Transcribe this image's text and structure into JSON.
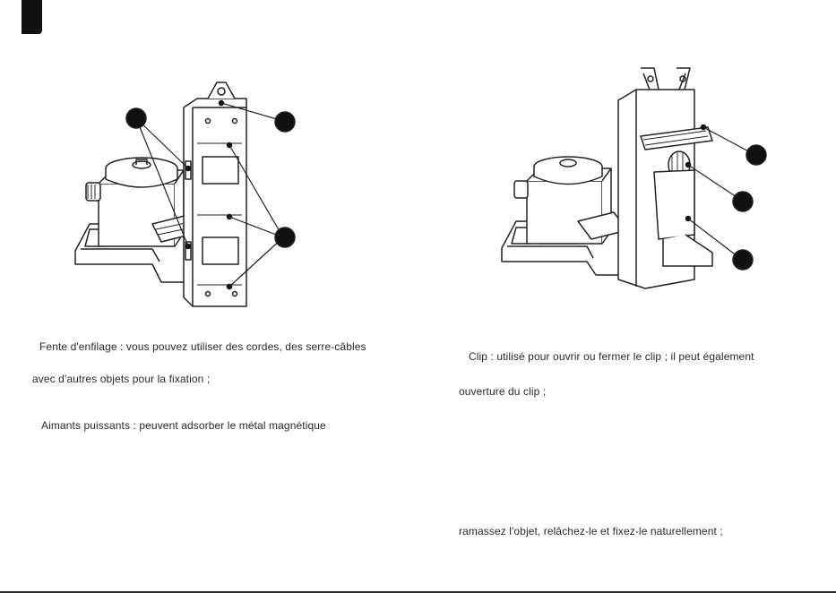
{
  "left": {
    "caption_1": "Fente d'enfilage : vous pouvez utiliser des cordes, des serre-câbles",
    "caption_2": "avec d'autres objets pour la fixation ;",
    "caption_3": "Aimants puissants : peuvent adsorber le métal magnétique"
  },
  "right": {
    "caption_1": "Clip : utilisé pour ouvrir ou fermer le clip ; il peut également",
    "caption_2": "ouverture du clip ;",
    "caption_3": "ramassez l'objet, relâchez-le et fixez-le naturellement ;"
  }
}
